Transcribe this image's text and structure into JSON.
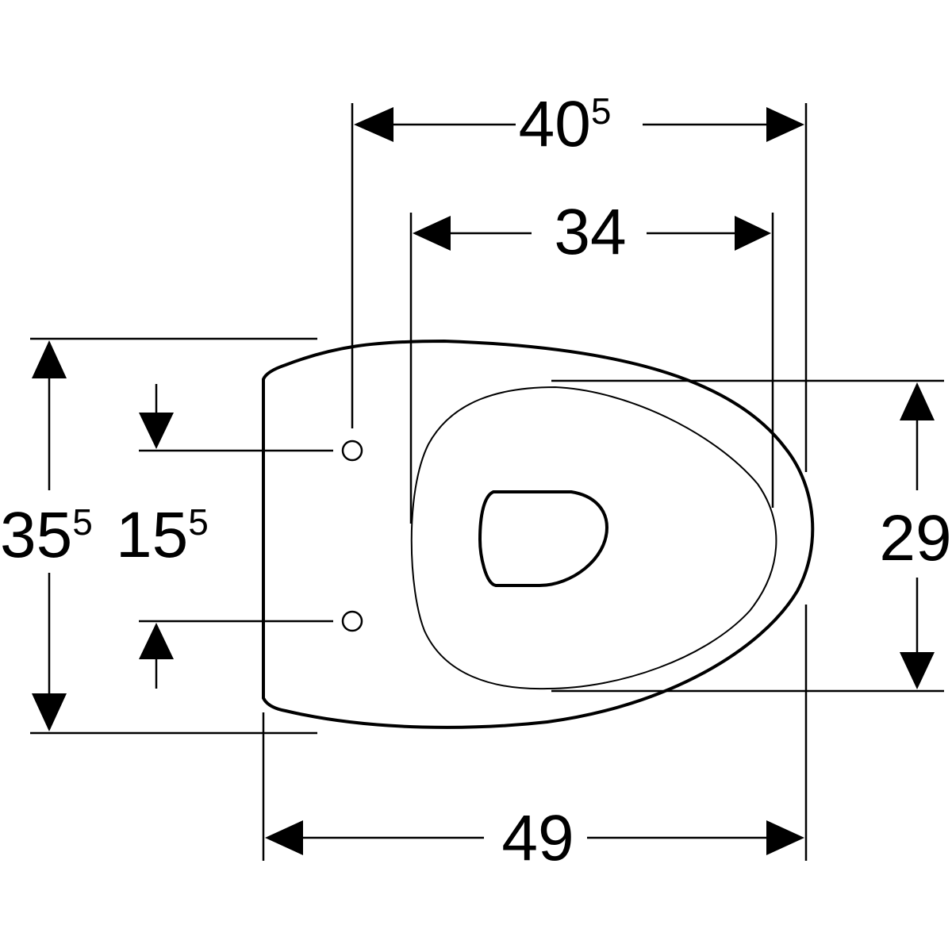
{
  "dimensions": {
    "overall_width_outer": {
      "main": "40",
      "sup": "5"
    },
    "inner_width": {
      "main": "34",
      "sup": ""
    },
    "overall_length": {
      "main": "49",
      "sup": ""
    },
    "overall_depth": {
      "main": "35",
      "sup": "5"
    },
    "fixing_hole_spacing": {
      "main": "15",
      "sup": "5"
    },
    "inner_depth": {
      "main": "29",
      "sup": ""
    }
  },
  "colors": {
    "line": "#000000",
    "background": "#ffffff"
  }
}
